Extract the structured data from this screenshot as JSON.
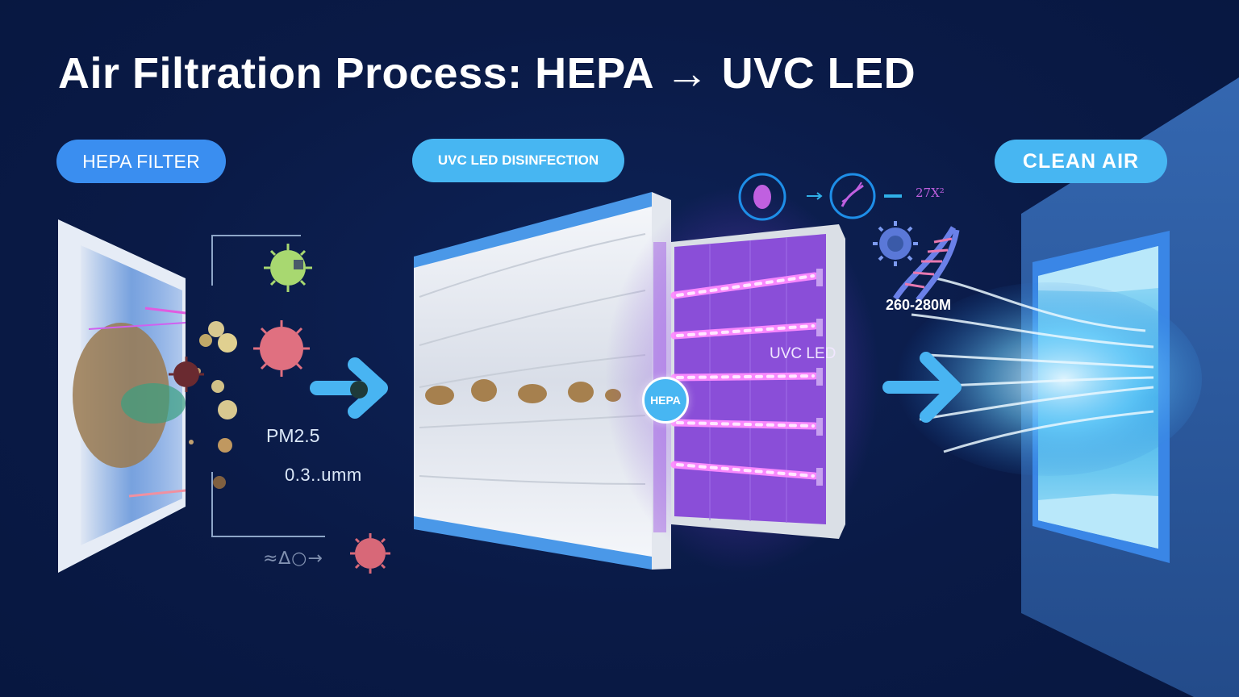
{
  "title": "Air Filtration Process: HEPA → UVC LED",
  "stages": [
    {
      "id": "hepa",
      "label": "HEPA FILTER",
      "color": "#3a8ef0"
    },
    {
      "id": "uvc",
      "label": "UVC LED DISINFECTION",
      "color": "#47b6f2"
    },
    {
      "id": "clean",
      "label": "CLEAN AIR",
      "color": "#47b6f2"
    }
  ],
  "annotations": {
    "pm25": "PM2.5",
    "particle_size": "0.3..umm",
    "particle_chain": "≈∆○→",
    "hepa_badge": "HEPA",
    "uvc_led": "UVC LED",
    "wavelength": "260-280M",
    "dna_glyph": "27X²"
  },
  "icons": {
    "bacteria": "bacteria-icon",
    "dna": "dna-icon",
    "virus": "virus-icon",
    "flow_arrow": "arrow-right-icon",
    "airflow": "airflow-streams"
  },
  "colors": {
    "background": "#0a1a44",
    "accent_blue": "#3a8ef0",
    "accent_cyan": "#47b6f2",
    "uvc_purple": "#b050f0",
    "led_glow": "#ff6cff",
    "panel_blue": "#2c5ea8",
    "window_light": "#a8e2f8"
  }
}
